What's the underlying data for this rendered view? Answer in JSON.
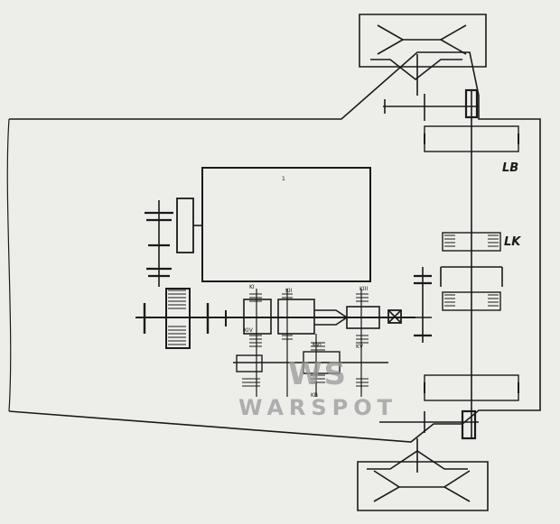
{
  "diagram": {
    "labels": {
      "lb": "LB",
      "lk": "LK",
      "engine": "1",
      "k1": "KI",
      "k2": "KII",
      "k3": "KIII",
      "k4": "KIV",
      "k5": "KV",
      "k6": "KVI",
      "k7": "KB"
    }
  },
  "watermark": {
    "logo": "WS",
    "text": "WARSPOT"
  }
}
